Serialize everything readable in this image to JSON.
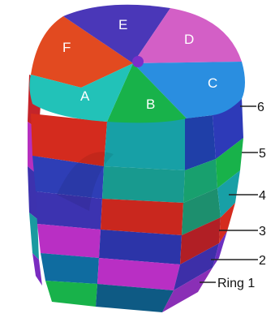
{
  "segments": [
    {
      "id": "A",
      "color": "#22c2b8"
    },
    {
      "id": "B",
      "color": "#18b24a"
    },
    {
      "id": "C",
      "color": "#2a8ee0"
    },
    {
      "id": "D",
      "color": "#d35fc6"
    },
    {
      "id": "E",
      "color": "#4a37b8"
    },
    {
      "id": "F",
      "color": "#e24a20"
    }
  ],
  "ring_labels": [
    "Ring 1",
    "2",
    "3",
    "4",
    "5",
    "6"
  ],
  "colors": {
    "red": "#d42b1e",
    "blue": "#3c33b0",
    "magenta": "#b92fc4",
    "green": "#18b24a",
    "teal": "#17a0a6",
    "dark": "#24214f",
    "center": "#7b2fc9"
  }
}
